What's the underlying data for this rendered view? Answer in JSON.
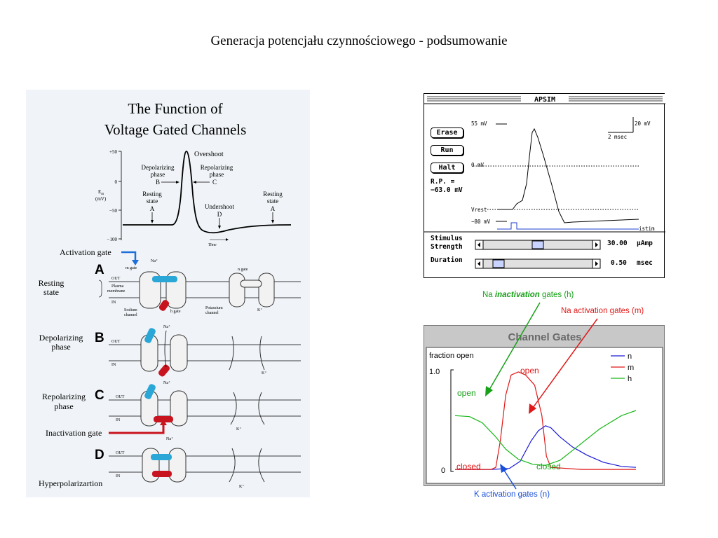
{
  "slide": {
    "title": "Generacja potencjału czynnościowego - podsumowanie"
  },
  "left_figure": {
    "title_line1": "The Function of",
    "title_line2": "Voltage Gated Channels",
    "graph": {
      "y_axis_label_line1": "E",
      "y_axis_label_sub": "m",
      "y_axis_label_line2": "(mV)",
      "y_ticks": [
        "+50",
        "0",
        "−50",
        "−100"
      ],
      "x_axis_label": "Time",
      "overshoot": "Overshoot",
      "depolarizing_line1": "Depolarizing",
      "depolarizing_line2": "phase",
      "depolarizing_letter": "B",
      "repolarizing_line1": "Repolarizing",
      "repolarizing_line2": "phase",
      "repolarizing_letter": "C",
      "resting_left_line1": "Resting",
      "resting_left_line2": "state",
      "resting_left_letter": "A",
      "undershoot": "Undershoot",
      "undershoot_letter": "D",
      "resting_right_line1": "Resting",
      "resting_right_line2": "state",
      "resting_right_letter": "A"
    },
    "activation_gate_label": "Activation gate",
    "inactivation_gate_label": "Inactivation gate",
    "panels": [
      {
        "letter": "A",
        "label_line1": "Resting",
        "label_line2": "state"
      },
      {
        "letter": "B",
        "label_line1": "Depolarizing",
        "label_line2": "phase"
      },
      {
        "letter": "C",
        "label_line1": "Repolarizing",
        "label_line2": "phase"
      },
      {
        "letter": "D",
        "label_line1": "Hyperpolarizartion",
        "label_line2": ""
      }
    ],
    "small_labels": {
      "out": "OUT",
      "in": "IN",
      "na_plus": "Na⁺",
      "k_plus": "K⁺",
      "m_gate": "m gate",
      "h_gate": "h gate",
      "n_gate": "n gate",
      "plasma_membrane_line1": "Plasma",
      "plasma_membrane_line2": "membrane",
      "sodium_channel_line1": "Sodium",
      "sodium_channel_line2": "channel",
      "potassium_channel_line1": "Potassium",
      "potassium_channel_line2": "channel"
    },
    "colors": {
      "activation": "#2aa7d6",
      "inactivation": "#c8141e",
      "arrow_blue": "#1e6fd9"
    }
  },
  "apsim": {
    "window_title": "APSIM",
    "buttons": [
      "Erase",
      "Run",
      "Halt"
    ],
    "rp_label_line1": "R.P. =",
    "rp_label_line2": "−63.0 mV",
    "labels": {
      "mv55": "55 mV",
      "mv0": "0 mV",
      "vrest": "Vrest",
      "mv80": "−80 mV",
      "istim": "istim",
      "scale_mv": "20 mV",
      "scale_ms": "2 msec"
    },
    "stimulus_label_line1": "Stimulus",
    "stimulus_label_line2": "Strength",
    "stimulus_value": "30.00",
    "stimulus_unit": "μAmp",
    "stimulus_level": 0.5,
    "duration_label": "Duration",
    "duration_value": "0.50",
    "duration_unit": "msec",
    "duration_level": 0.1
  },
  "channel_gates": {
    "title": "Channel Gates",
    "y_label": "fraction open",
    "y_tick_top": "1.0",
    "y_tick_bottom": "0",
    "legend": [
      {
        "name": "n",
        "color": "#1a1ad8"
      },
      {
        "name": "m",
        "color": "#e01818"
      },
      {
        "name": "h",
        "color": "#18b818"
      }
    ],
    "labels": {
      "open_h": "open",
      "open_m": "open",
      "closed_m": "closed",
      "closed_h": "closed"
    },
    "annotations": {
      "na_inactivation_prefix": "Na ",
      "na_inactivation_italic": "inactivation",
      "na_inactivation_suffix": " gates (h)",
      "na_activation": "Na activation gates (m)",
      "k_activation": "K activation gates (n)"
    },
    "chart_data": {
      "type": "line",
      "y_range": [
        0,
        1.0
      ],
      "series": [
        {
          "name": "n",
          "points": [
            [
              0,
              0.02
            ],
            [
              1,
              0.02
            ],
            [
              2,
              0.02
            ],
            [
              3,
              0.03
            ],
            [
              3.6,
              0.1
            ],
            [
              4.2,
              0.3
            ],
            [
              4.6,
              0.4
            ],
            [
              5.0,
              0.45
            ],
            [
              5.3,
              0.43
            ],
            [
              5.8,
              0.34
            ],
            [
              6.5,
              0.24
            ],
            [
              7.3,
              0.16
            ],
            [
              8.2,
              0.09
            ],
            [
              9.2,
              0.05
            ],
            [
              10,
              0.04
            ]
          ]
        },
        {
          "name": "m",
          "points": [
            [
              0,
              0.02
            ],
            [
              1,
              0.02
            ],
            [
              2,
              0.02
            ],
            [
              2.25,
              0.04
            ],
            [
              2.5,
              0.3
            ],
            [
              2.8,
              0.75
            ],
            [
              3.1,
              0.95
            ],
            [
              3.5,
              0.98
            ],
            [
              3.9,
              0.95
            ],
            [
              4.4,
              0.85
            ],
            [
              4.8,
              0.55
            ],
            [
              5.05,
              0.15
            ],
            [
              5.3,
              0.04
            ],
            [
              7,
              0.02
            ],
            [
              10,
              0.02
            ]
          ]
        },
        {
          "name": "h",
          "points": [
            [
              0,
              0.55
            ],
            [
              0.8,
              0.54
            ],
            [
              1.5,
              0.48
            ],
            [
              2.2,
              0.35
            ],
            [
              2.8,
              0.22
            ],
            [
              3.5,
              0.12
            ],
            [
              4.3,
              0.07
            ],
            [
              5.0,
              0.06
            ],
            [
              5.8,
              0.11
            ],
            [
              6.8,
              0.25
            ],
            [
              8.0,
              0.42
            ],
            [
              9.2,
              0.55
            ],
            [
              10,
              0.6
            ]
          ]
        }
      ]
    }
  }
}
